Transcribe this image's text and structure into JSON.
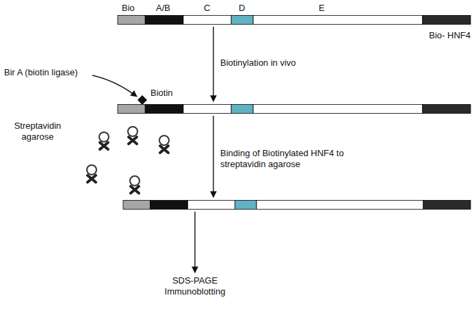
{
  "diagram": {
    "nodes": [
      {
        "text": [
          "Bio- HNF4"
        ]
      },
      {
        "text": []
      },
      {
        "text": []
      },
      {
        "text": [
          "SDS-PAGE Immunoblotting"
        ]
      }
    ],
    "edges": [
      {
        "from": 0,
        "to": 1,
        "arrow": "to",
        "label": "Biotinylation in vivo"
      },
      {
        "from": 1,
        "to": 2,
        "arrow": "to",
        "label": "Binding of Biotinylated HNF4 to streptavidin agarose"
      },
      {
        "from": 2,
        "to": 3,
        "arrow": "to"
      }
    ],
    "labels": [
      "Bio",
      "A/B",
      "C",
      "D",
      "E",
      "Bir A (biotin ligase)",
      "Biotin",
      "Streptavidin agarose"
    ]
  }
}
